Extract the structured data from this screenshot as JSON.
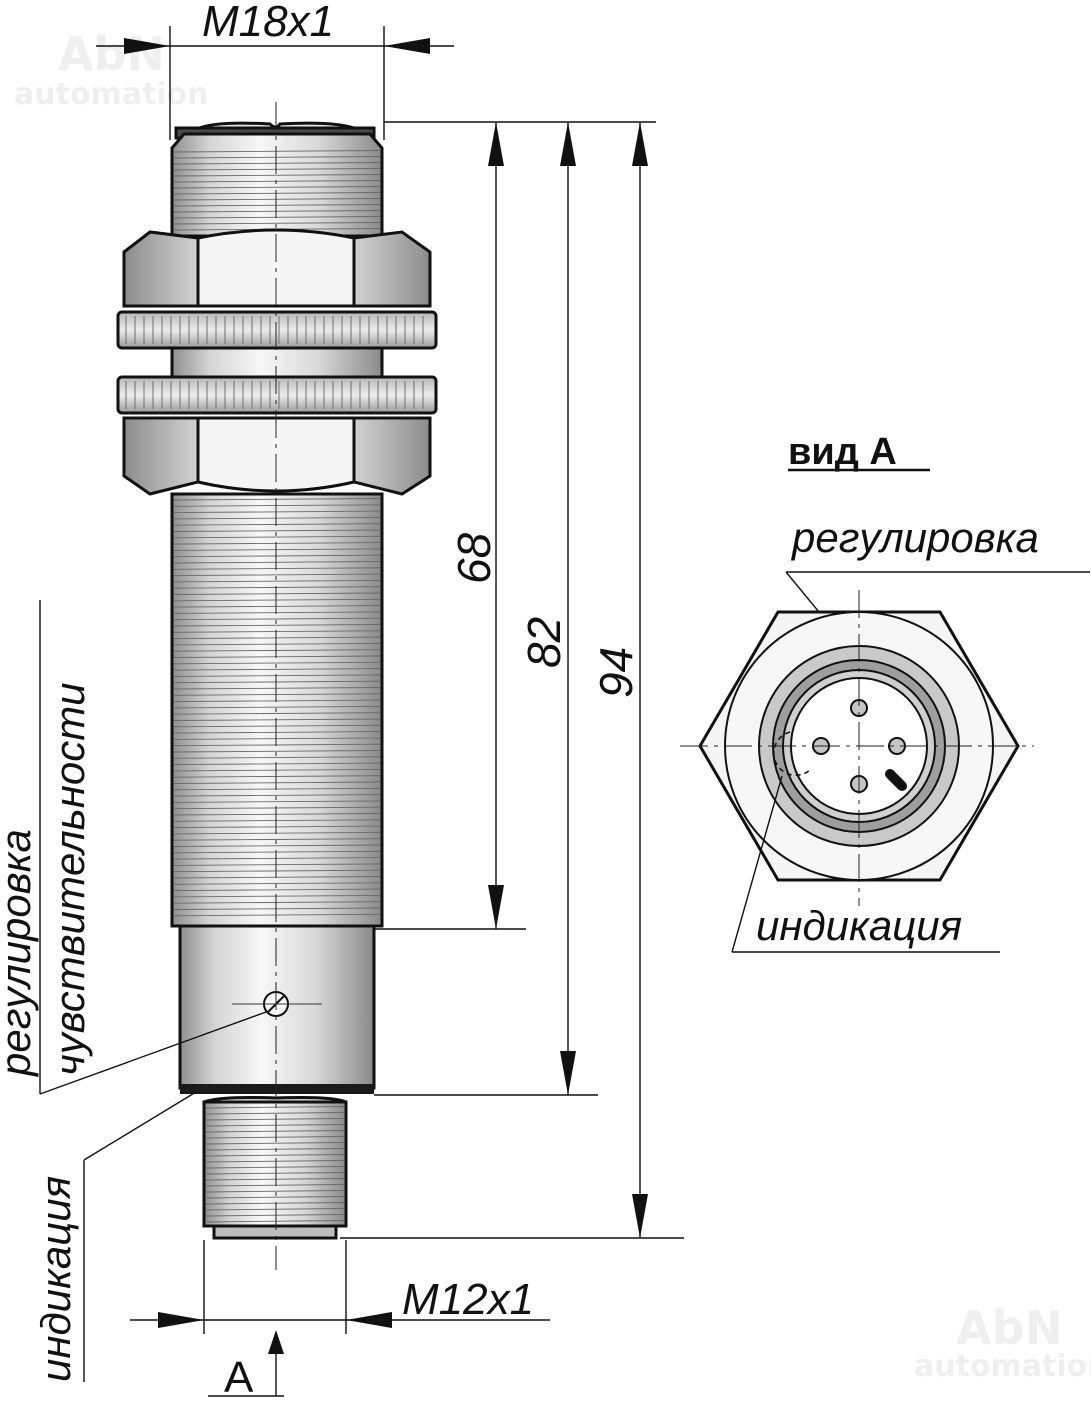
{
  "dimensions": {
    "thread_top": "M18x1",
    "thread_bottom": "M12x1",
    "length_68": "68",
    "length_82": "82",
    "length_94": "94"
  },
  "labels": {
    "adjust_line1": "регулировка",
    "adjust_line2": "чувствительности",
    "indication_side": "индикация",
    "view_marker": "A",
    "view_title": "вид А",
    "view_adjust": "регулировка",
    "view_indication": "индикация"
  },
  "watermarks": {
    "brand": "AbN",
    "sub": "automation"
  },
  "colors": {
    "metal_light": "#f2f2f2",
    "metal_mid": "#c8c8c8",
    "metal_dark": "#8a8a8a",
    "line": "#111111"
  }
}
